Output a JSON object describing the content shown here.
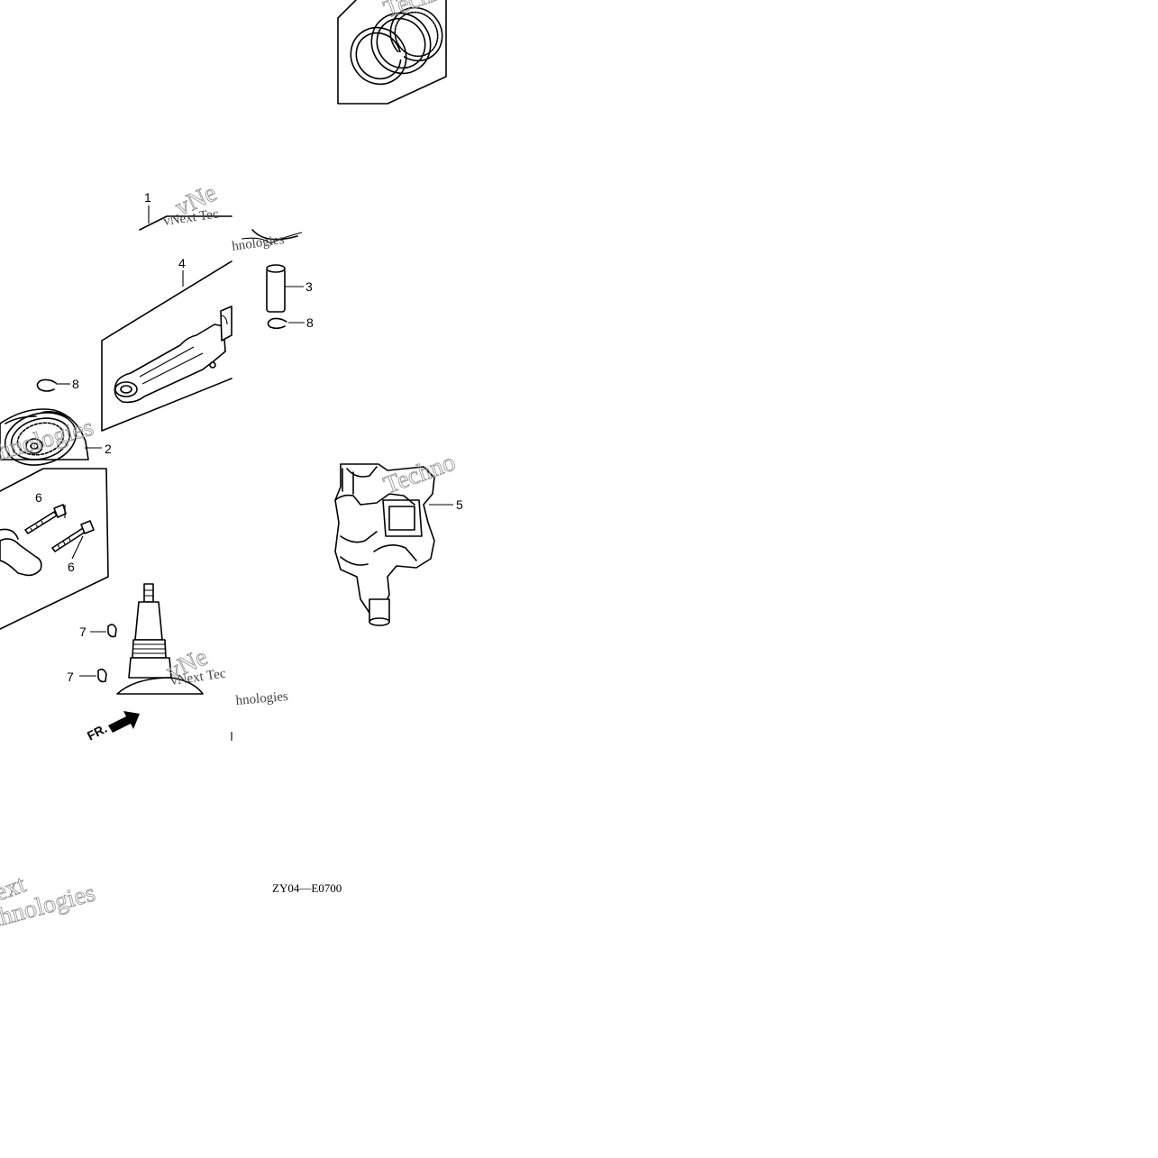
{
  "diagram": {
    "code": "ZY04—E0700",
    "direction_label": "FR.",
    "callouts": [
      "1",
      "2",
      "3",
      "4",
      "5",
      "6",
      "6",
      "7",
      "7",
      "8",
      "8"
    ],
    "parts": [
      {
        "ref": "1",
        "icon": "piston-ring-set-icon"
      },
      {
        "ref": "2",
        "icon": "piston-icon"
      },
      {
        "ref": "3",
        "icon": "piston-pin-icon"
      },
      {
        "ref": "4",
        "icon": "connecting-rod-icon"
      },
      {
        "ref": "5",
        "icon": "crankshaft-icon"
      },
      {
        "ref": "6",
        "icon": "bolt-icon"
      },
      {
        "ref": "7",
        "icon": "woodruff-key-icon"
      },
      {
        "ref": "8",
        "icon": "pin-clip-icon"
      }
    ]
  },
  "watermark": {
    "lines": [
      "vNext Tec",
      "hnologies",
      "Techno",
      "vNe",
      "ext",
      "chnologies"
    ]
  }
}
